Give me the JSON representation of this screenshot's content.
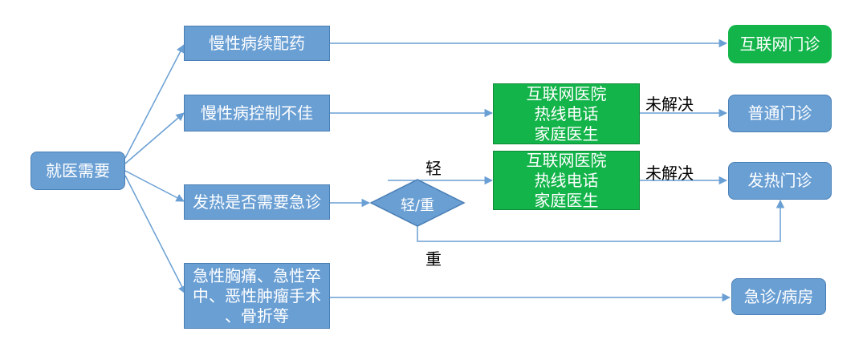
{
  "nodes": {
    "start": "就医需要",
    "chronic_refill": "慢性病续配药",
    "chronic_poor": "慢性病控制不佳",
    "fever_emergency": "发热是否需要急诊",
    "acute": [
      "急性胸痛、急性卒",
      "中、恶性肿瘤手术",
      "、骨折等"
    ],
    "internet_clinic": "互联网门诊",
    "hotline_1": [
      "互联网医院",
      "热线电话",
      "家庭医生"
    ],
    "hotline_2": [
      "互联网医院",
      "热线电话",
      "家庭医生"
    ],
    "decision": "轻/重",
    "general_clinic": "普通门诊",
    "fever_clinic": "发热门诊",
    "emergency_ward": "急诊/病房"
  },
  "edge_labels": {
    "unresolved_1": "未解决",
    "unresolved_2": "未解决",
    "mild": "轻",
    "severe": "重"
  },
  "colors": {
    "box_fill": "#6a9fd4",
    "green_fill": "#13b44a",
    "arrow": "#6a9fd4"
  }
}
